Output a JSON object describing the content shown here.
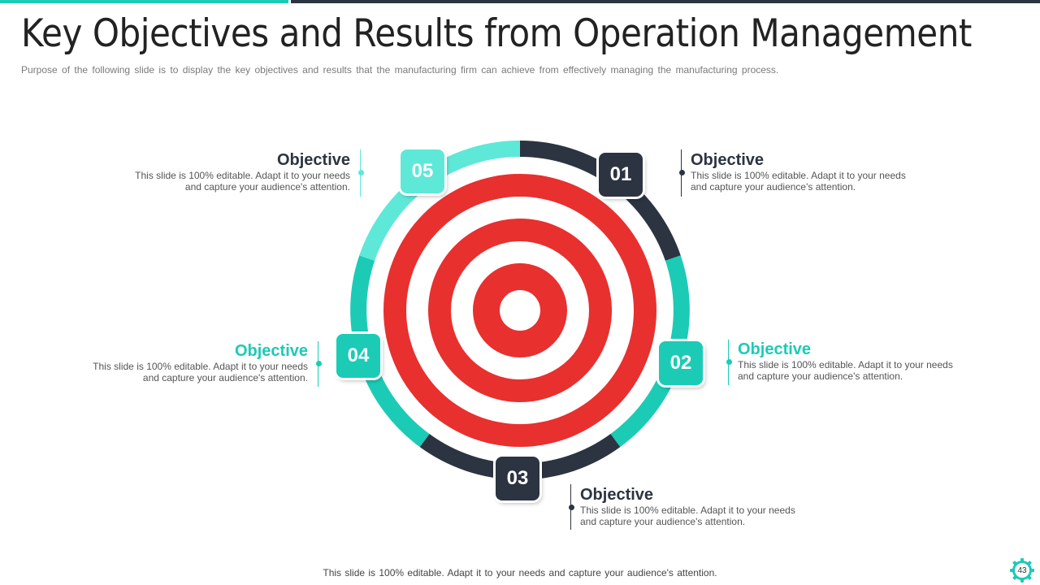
{
  "header": {
    "title": "Key Objectives and Results from Operation Management",
    "subtitle": "Purpose of the following slide is to display the key objectives and results that the manufacturing firm can achieve from effectively managing the manufacturing process."
  },
  "colors": {
    "teal": "#1ccbb6",
    "teal_light": "#5ee8d8",
    "dark": "#2c3441",
    "red": "#e8302f"
  },
  "objectives": [
    {
      "number": "01",
      "title": "Objective",
      "text_line1": "This slide is 100% editable. Adapt it to your needs",
      "text_line2": "and capture your audience's attention."
    },
    {
      "number": "02",
      "title": "Objective",
      "text_line1": "This slide is 100% editable. Adapt it to your needs",
      "text_line2": "and capture your audience's attention."
    },
    {
      "number": "03",
      "title": "Objective",
      "text_line1": "This slide is 100% editable. Adapt it to your needs",
      "text_line2": "and capture your audience's attention."
    },
    {
      "number": "04",
      "title": "Objective",
      "text_line1": "This slide is 100% editable. Adapt it to your needs",
      "text_line2": "and capture your audience's attention."
    },
    {
      "number": "05",
      "title": "Objective",
      "text_line1": "This slide is 100% editable. Adapt it to your needs",
      "text_line2": "and capture your audience's attention."
    }
  ],
  "footer": {
    "text": "This slide is 100% editable. Adapt it to your needs and capture your audience's attention."
  },
  "page": {
    "number": "43"
  }
}
